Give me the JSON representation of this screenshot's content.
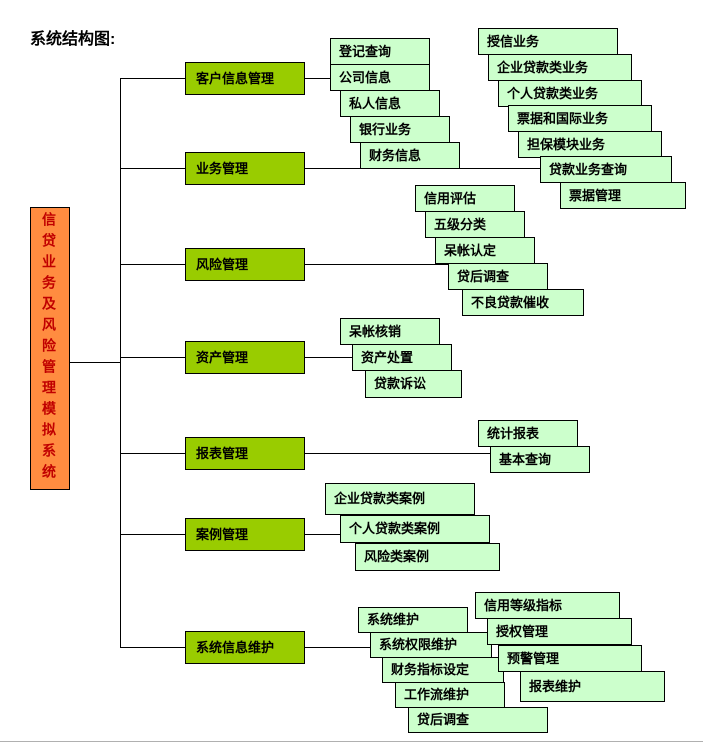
{
  "title": "系统结构图:",
  "root": {
    "label": "信贷业务及风险管理模拟系统"
  },
  "colors": {
    "root_bg": "#ff8c40",
    "root_text": "#c00000",
    "module_bg": "#99cc00",
    "child_bg": "#ccffcc",
    "line": "#000000"
  },
  "modules": [
    {
      "label": "客户信息管理"
    },
    {
      "label": "业务管理"
    },
    {
      "label": "风险管理"
    },
    {
      "label": "资产管理"
    },
    {
      "label": "报表管理"
    },
    {
      "label": "案例管理"
    },
    {
      "label": "系统信息维护"
    }
  ],
  "children": {
    "customer": [
      "登记查询",
      "公司信息",
      "私人信息",
      "银行业务",
      "财务信息"
    ],
    "business": [
      "授信业务",
      "企业贷款类业务",
      "个人贷款类业务",
      "票据和国际业务",
      "担保模块业务",
      "贷款业务查询",
      "票据管理"
    ],
    "risk": [
      "信用评估",
      "五级分类",
      "呆帐认定",
      "贷后调查",
      "不良贷款催收"
    ],
    "asset": [
      "呆帐核销",
      "资产处置",
      "贷款诉讼"
    ],
    "report": [
      "统计报表",
      "基本查询"
    ],
    "case": [
      "企业贷款类案例",
      "个人贷款类案例",
      "风险类案例"
    ],
    "system_left": [
      "系统维护",
      "系统权限维护",
      "财务指标设定",
      "工作流维护",
      "贷后调查"
    ],
    "system_right": [
      "信用等级指标",
      "授权管理",
      "预警管理",
      "报表维护"
    ]
  }
}
